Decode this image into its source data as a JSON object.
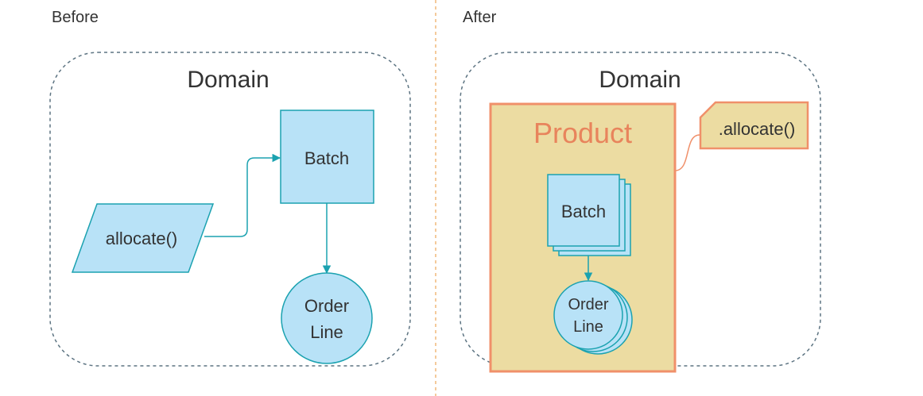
{
  "before": {
    "heading": "Before",
    "domain_label": "Domain",
    "nodes": {
      "allocate": "allocate()",
      "batch": "Batch",
      "order_line": [
        "Order",
        "Line"
      ]
    }
  },
  "after": {
    "heading": "After",
    "domain_label": "Domain",
    "aggregate_label": "Product",
    "method_label": ".allocate()",
    "nodes": {
      "batch": "Batch",
      "order_line": [
        "Order",
        "Line"
      ]
    }
  },
  "colors": {
    "boundary_dashed": "#5d7482",
    "divider": "#f0b87a",
    "node_fill": "#b8e2f7",
    "node_stroke": "#1ba2b0",
    "arrow": "#1ba2b0",
    "aggregate_fill": "#ecdca2",
    "aggregate_stroke": "#f0906a",
    "aggregate_text": "#e8845c",
    "text": "#333333"
  }
}
